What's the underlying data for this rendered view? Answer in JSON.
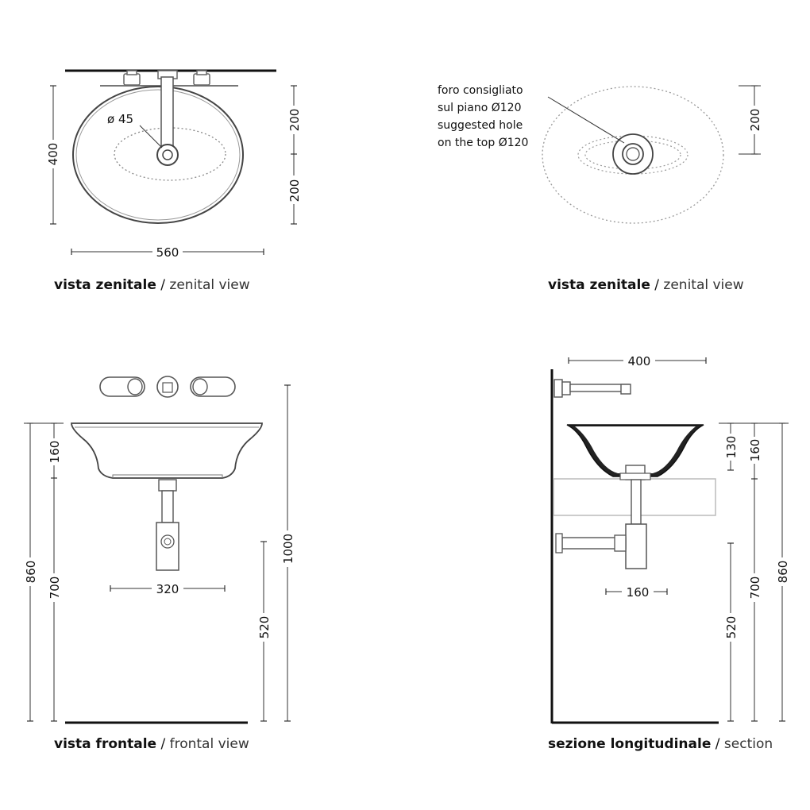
{
  "views": {
    "top_left": {
      "caption_bold": "vista zenitale",
      "caption_sep": " / ",
      "caption_light": "zenital view",
      "dim_width": "560",
      "dim_depth": "400",
      "dim_upper": "200",
      "dim_lower": "200",
      "dim_hole": "ø 45"
    },
    "top_right": {
      "caption_bold": "vista zenitale",
      "caption_sep": " / ",
      "caption_light": "zenital view",
      "dim_offset": "200",
      "note_line1": "foro consigliato",
      "note_line2": "sul piano Ø120",
      "note_line3": "suggested hole",
      "note_line4": "on the top Ø120"
    },
    "bottom_left": {
      "caption_bold": "vista frontale",
      "caption_sep": " / ",
      "caption_light": "frontal view",
      "dim_basin_h": "160",
      "dim_total": "860",
      "dim_counter": "700",
      "dim_trap": "320",
      "dim_mixer": "1000",
      "dim_drain": "520"
    },
    "bottom_right": {
      "caption_bold": "sezione longitudinale",
      "caption_sep": " / ",
      "caption_light": "section",
      "dim_spout": "400",
      "dim_inner": "130",
      "dim_basin_h": "160",
      "dim_trap": "160",
      "dim_total": "860",
      "dim_counter": "700",
      "dim_drain": "520"
    }
  }
}
